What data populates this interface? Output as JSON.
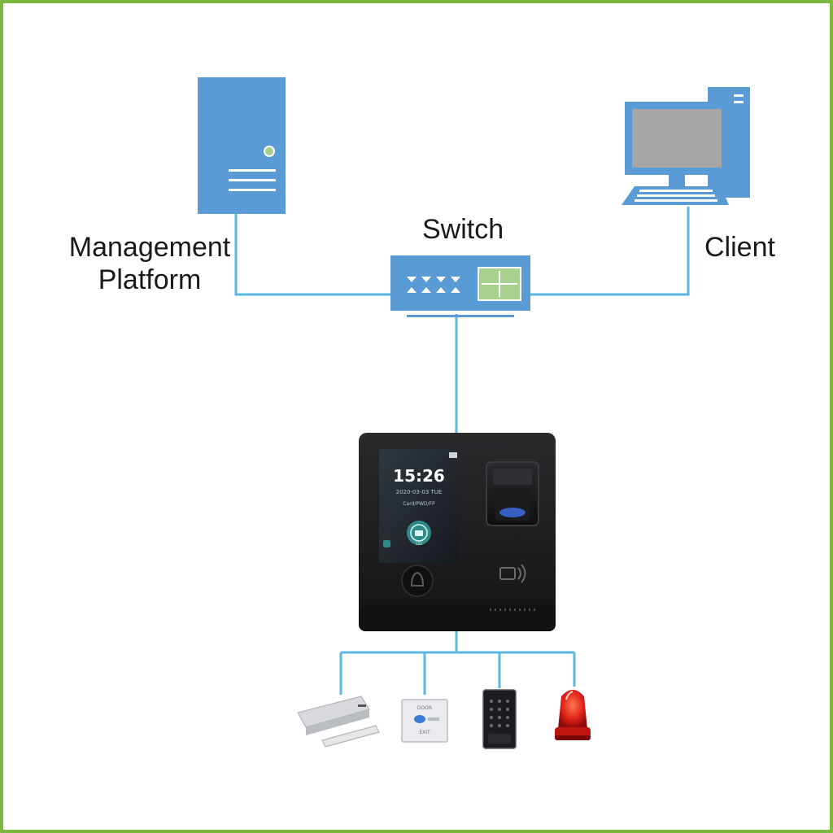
{
  "labels": {
    "management_line1": "Management",
    "management_line2": "Platform",
    "switch": "Switch",
    "client": "Client"
  },
  "device_screen": {
    "time": "15:26",
    "date": "2020-03-03   TUE",
    "mode": "Card/PWD/FP",
    "keypad_text": "123"
  },
  "exit_button_text": {
    "line1": "DOOR",
    "line2": "EXIT"
  },
  "colors": {
    "frame": "#7cb73f",
    "line": "#5bb8de",
    "icon_blue": "#5b9bd5",
    "switch_green": "#a9d18e",
    "device_body": "#1e1e20"
  },
  "icons": [
    "server-icon",
    "switch-icon",
    "computer-icon",
    "access-controller-icon",
    "magnetic-lock-icon",
    "exit-button-icon",
    "card-reader-icon",
    "alarm-light-icon"
  ]
}
